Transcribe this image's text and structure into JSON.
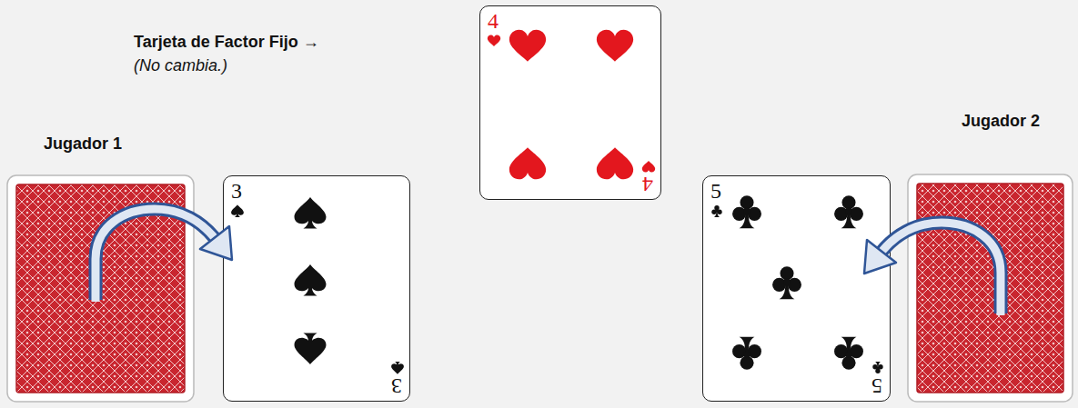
{
  "diagram": {
    "nodes": [
      {
        "text": [
          "4",
          "4"
        ]
      },
      {
        "text": [
          "3",
          "3"
        ]
      },
      {
        "text": [
          "5",
          "5"
        ]
      }
    ],
    "labels": [
      "Tarjeta de Factor Fijo →",
      "(No cambia.)",
      "Jugador 1",
      "Jugador 2"
    ]
  }
}
